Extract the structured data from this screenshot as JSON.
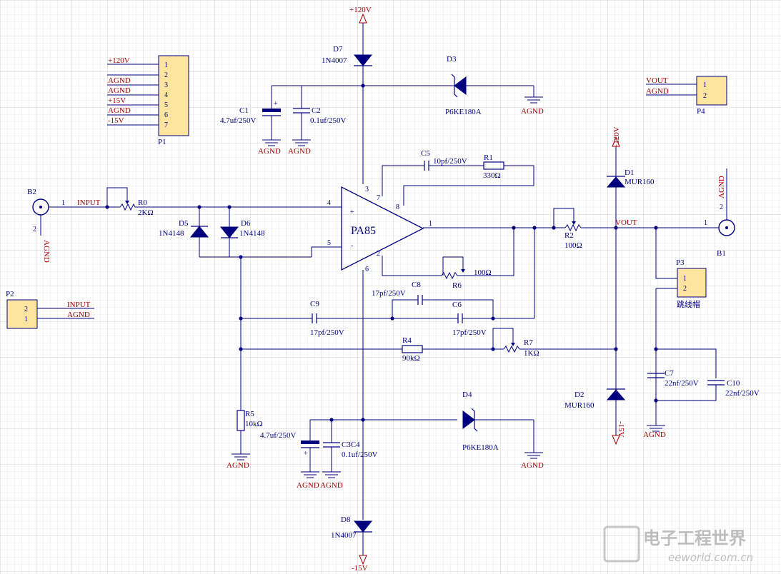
{
  "colors": {
    "wire": "#00007f",
    "net_label": "#a00000",
    "connector_fill": "#fde5a0",
    "grid": "#d9d9d9",
    "background": "#ffffff"
  },
  "opamp": {
    "name": "PA85",
    "pin_plus": "+",
    "pin_minus": "-",
    "pin4": "4",
    "pin5": "5",
    "pin1": "1",
    "pin3": "3",
    "pin7": "7",
    "pin8": "8",
    "pin2": "2",
    "pin6": "6"
  },
  "power": {
    "top": "+120V",
    "bottom": "-15V",
    "p120": "+120V",
    "m15": "-15V"
  },
  "d7": {
    "ref": "D7",
    "val": "1N4007"
  },
  "d8": {
    "ref": "D8",
    "val": "1N4007"
  },
  "d3": {
    "ref": "D3",
    "val": "P6KE180A"
  },
  "d4": {
    "ref": "D4",
    "val": "P6KE180A"
  },
  "d1": {
    "ref": "D1",
    "val": "MUR160"
  },
  "d2": {
    "ref": "D2",
    "val": "MUR160"
  },
  "d5": {
    "ref": "D5",
    "val": "1N4148"
  },
  "d6": {
    "ref": "D6",
    "val": "1N4148"
  },
  "c1": {
    "ref": "C1",
    "val": "4.7uf/250V"
  },
  "c2": {
    "ref": "C2",
    "val": "0.1uf/250V"
  },
  "c3c4": {
    "ref": "C3C4",
    "val1": "4.7uf/250V",
    "val2": "0.1uf/250V"
  },
  "c5": {
    "ref": "C5",
    "val": "10pf/250V"
  },
  "c6": {
    "ref": "C6",
    "val": "17pf/250V"
  },
  "c7": {
    "ref": "C7",
    "val": "22nf/250V"
  },
  "c8": {
    "ref": "C8",
    "val": "17pf/250V"
  },
  "c9": {
    "ref": "C9",
    "val": "17pf/250V"
  },
  "c10": {
    "ref": "C10",
    "val": "22nf/250V"
  },
  "r0": {
    "ref": "R0",
    "val": "2KΩ"
  },
  "r1": {
    "ref": "R1",
    "val": "330Ω"
  },
  "r2": {
    "ref": "R2",
    "val": "100Ω"
  },
  "r4": {
    "ref": "R4",
    "val": "90kΩ"
  },
  "r5": {
    "ref": "R5",
    "val": "10kΩ"
  },
  "r6": {
    "ref": "R6",
    "val": "100Ω"
  },
  "r7": {
    "ref": "R7",
    "val": "1KΩ"
  },
  "gnd": "AGND",
  "nets": {
    "input": "INPUT",
    "vout": "VOUT"
  },
  "b1": {
    "ref": "B1",
    "pin1": "1",
    "pin2": "2"
  },
  "b2": {
    "ref": "B2",
    "pin1": "1",
    "pin2": "2"
  },
  "p1": {
    "ref": "P1",
    "pins": [
      "1",
      "2",
      "3",
      "4",
      "5",
      "6",
      "7"
    ],
    "nets": [
      "+120V",
      "AGND",
      "AGND",
      "+15V",
      "AGND",
      "-15V"
    ]
  },
  "p2": {
    "ref": "P2",
    "pins": [
      "2",
      "1"
    ],
    "nets": [
      "INPUT",
      "AGND"
    ]
  },
  "p3": {
    "ref": "P3",
    "pins": [
      "1",
      "2"
    ],
    "note": "跳线帽"
  },
  "p4": {
    "ref": "P4",
    "pins": [
      "1",
      "2"
    ],
    "nets": [
      "VOUT",
      "AGND"
    ]
  },
  "watermark": {
    "cn": "电子工程世界",
    "url": "eeworld.com.cn"
  }
}
